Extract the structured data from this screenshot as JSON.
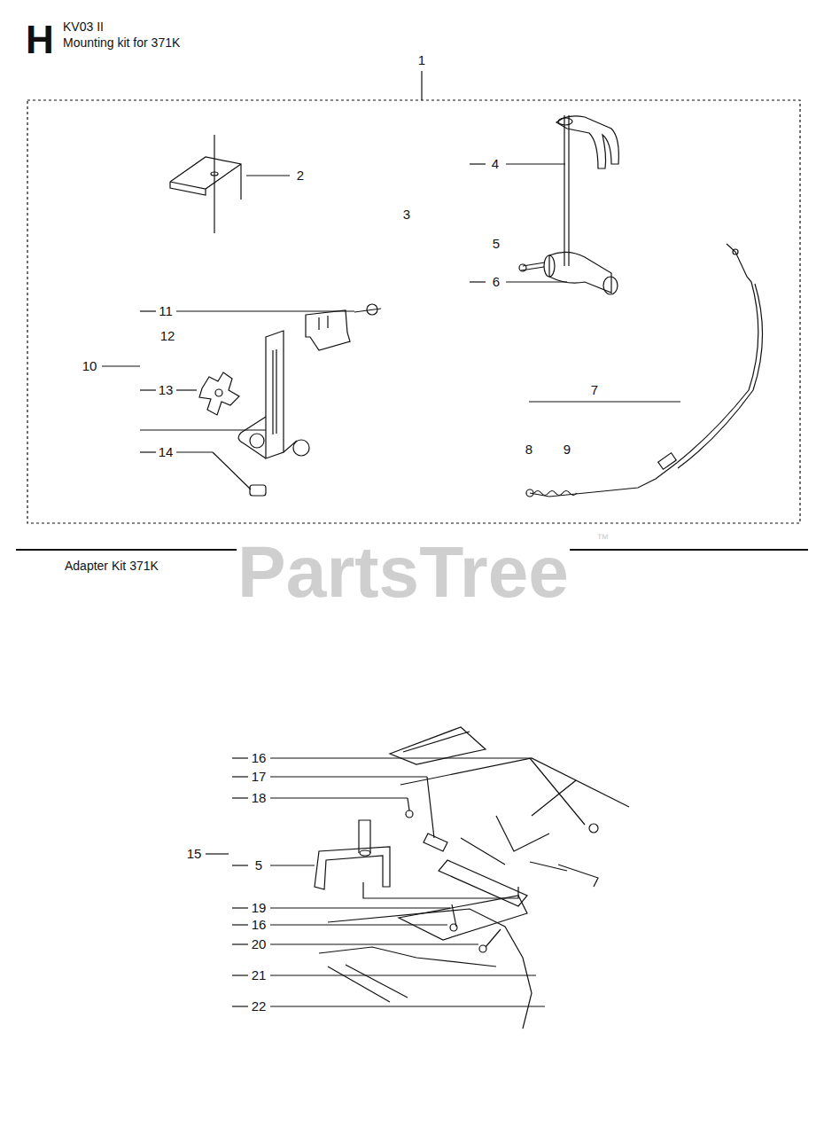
{
  "diagram": {
    "labels": [
      "H",
      "KV03 II",
      "Mounting kit for 371K",
      "1",
      "2",
      "3",
      "4",
      "5",
      "6",
      "11",
      "12",
      "10",
      "13",
      "7",
      "14",
      "8",
      "9",
      "PartsTree",
      "™",
      "Adapter Kit 371K",
      "16",
      "17",
      "18",
      "15",
      "5",
      "19",
      "16",
      "20",
      "21",
      "22"
    ]
  }
}
